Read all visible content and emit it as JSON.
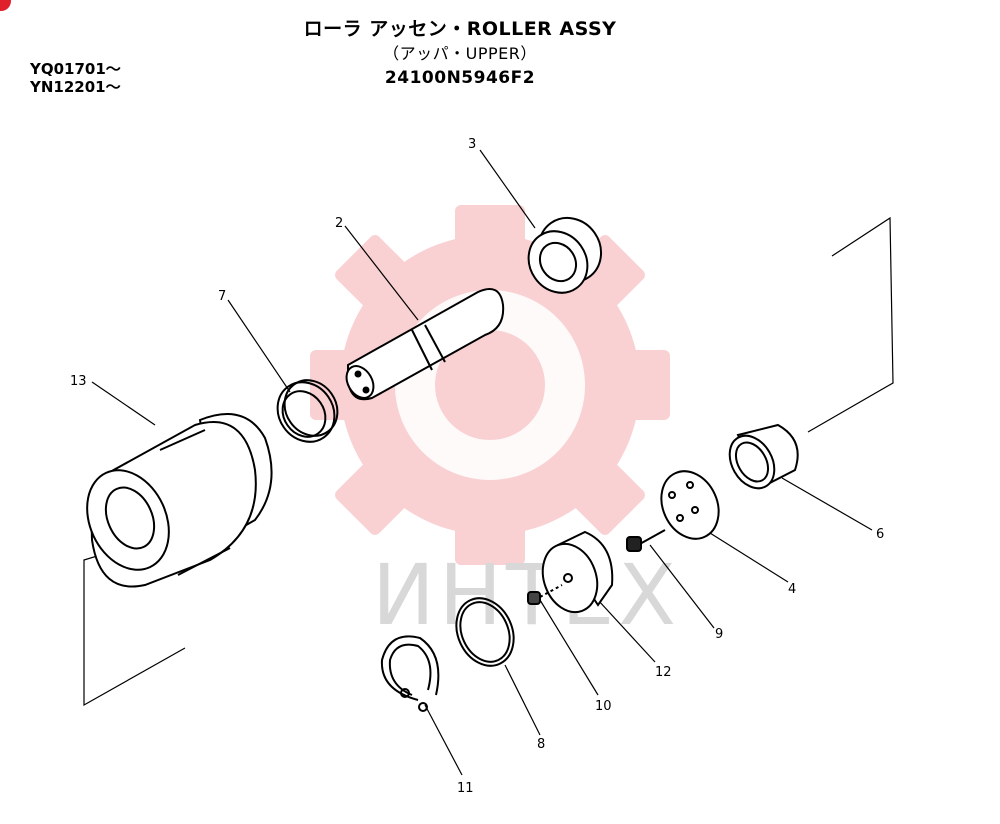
{
  "header": {
    "title": "ローラ アッセン・ROLLER ASSY",
    "subtitle": "（アッパ・UPPER）",
    "part_number": "24100N5946F2",
    "serial_ranges": [
      "YQ01701～",
      "YN12201～"
    ]
  },
  "watermark": {
    "text": "ИНТЕХ",
    "color": "#e8343c"
  },
  "callouts": {
    "c1": "3",
    "c2": "2",
    "c3": "7",
    "c4": "13",
    "c5": "6",
    "c6": "4",
    "c7": "9",
    "c8": "12",
    "c9": "10",
    "c10": "8",
    "c11": "11"
  }
}
